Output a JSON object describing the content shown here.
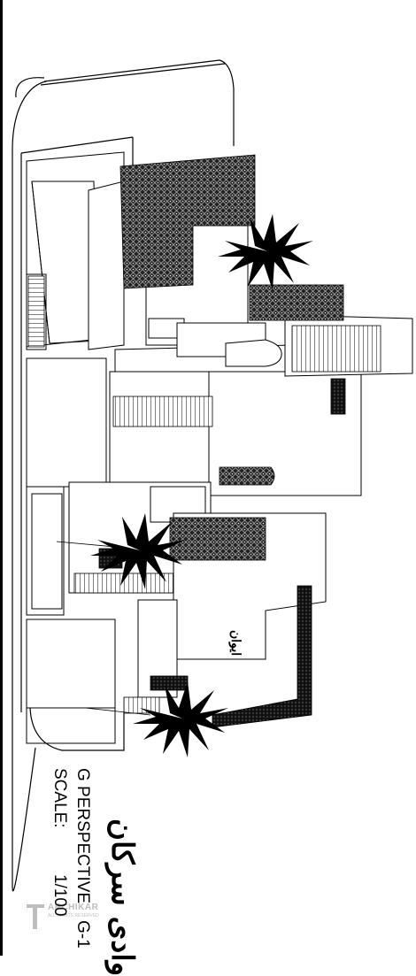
{
  "sheet": {
    "title_fa": "وادی سرکان",
    "title_en": "G PERSPECTIVE",
    "drawing_code": "G-1",
    "scale_label": "SCALE:",
    "scale_value": "1/100",
    "plan_label": "ایوان"
  },
  "watermark": {
    "brand": "ARCHIKAR",
    "sub": "ALL RIGHTS RESERVED"
  }
}
